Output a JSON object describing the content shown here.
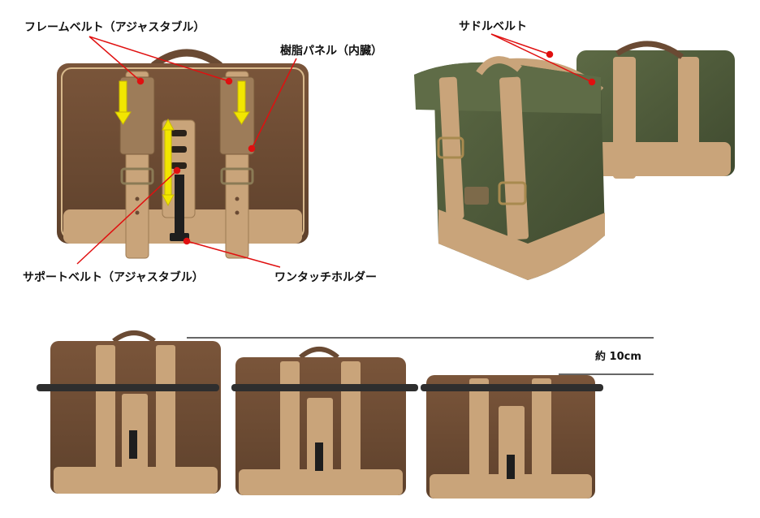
{
  "labels": {
    "frame_belt": "フレームベルト（アジャスタブル）",
    "resin_panel": "樹脂パネル（内臓）",
    "saddle_belt": "サドルベルト",
    "support_belt": "サポートベルト（アジャスタブル）",
    "one_touch_holder": "ワンタッチホルダー",
    "size_diff": "約 10cm"
  },
  "colors": {
    "brown_canvas": "#6b4a32",
    "tan_leather": "#c9a47a",
    "olive_canvas": "#4f5a3a",
    "red_line": "#e01010",
    "yellow_arrow": "#f2e600"
  }
}
